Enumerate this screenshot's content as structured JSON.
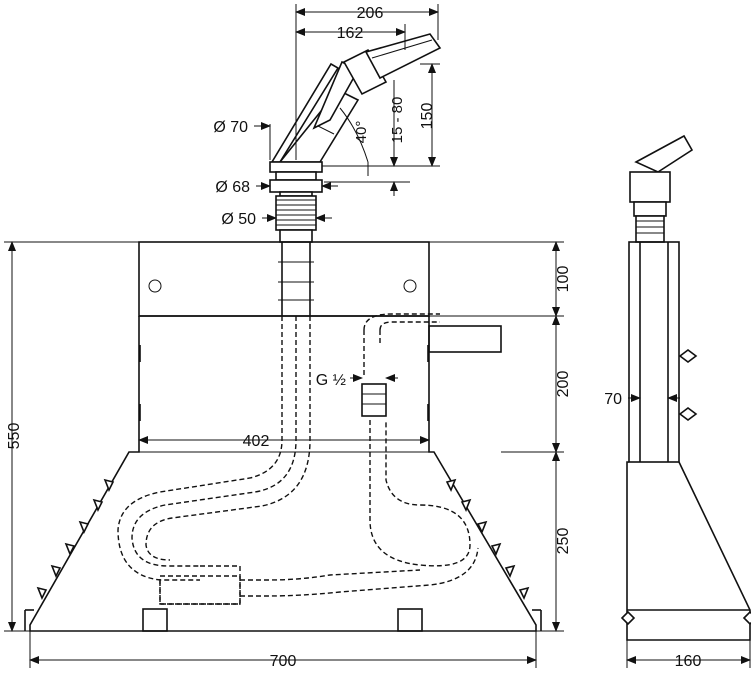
{
  "dimensions": {
    "d206": "206",
    "d162": "162",
    "d150": "150",
    "d15_80": "15 - 80",
    "d40": "40°",
    "dia70": "Ø 70",
    "dia68": "Ø 68",
    "dia50": "Ø 50",
    "d100": "100",
    "d200": "200",
    "d250": "250",
    "d550": "550",
    "d402": "402",
    "d700": "700",
    "g_half": "G ½",
    "side70": "70",
    "side160": "160"
  }
}
